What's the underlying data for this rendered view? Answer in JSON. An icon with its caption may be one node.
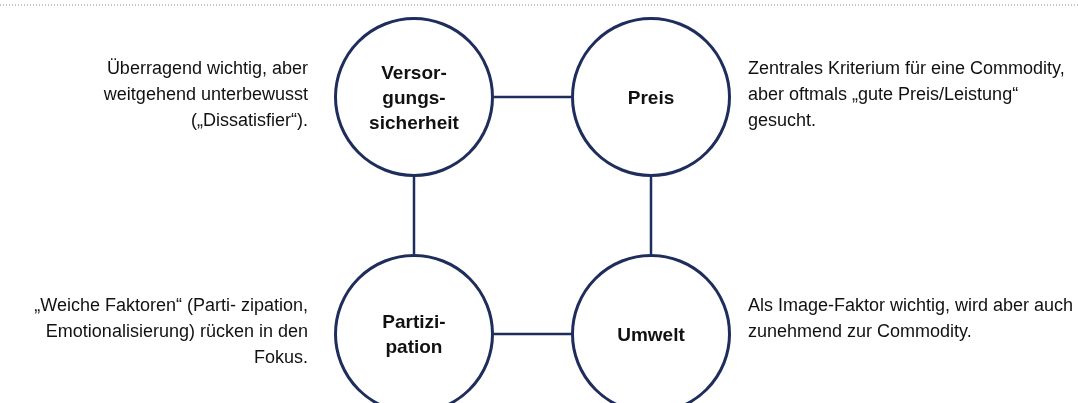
{
  "diagram": {
    "nodes": [
      {
        "text": [
          "Versor- gungs- sicherheit"
        ],
        "beside": [
          "Überragend wichtig, aber weitgehend unterbewusst („Dissatisfier“)."
        ]
      },
      {
        "text": [
          "Preis"
        ],
        "beside": [
          "Zentrales Kriterium für eine Commodity, aber oftmals „gute Preis/Leistung“ gesucht."
        ]
      },
      {
        "text": [
          "Partizi- pation"
        ],
        "beside": [
          "„Weiche Faktoren“ (Parti- zipation, Emotionalisierung) rücken in den Fokus."
        ]
      },
      {
        "text": [
          "Umwelt"
        ],
        "beside": [
          "Als Image-Faktor wichtig, wird aber auch zunehmend zur Commodity."
        ]
      }
    ],
    "edges": [
      {
        "from": 0,
        "to": 1,
        "arrow": "none"
      },
      {
        "from": 0,
        "to": 2,
        "arrow": "none"
      },
      {
        "from": 1,
        "to": 3,
        "arrow": "none"
      },
      {
        "from": 2,
        "to": 3,
        "arrow": "none"
      }
    ]
  }
}
